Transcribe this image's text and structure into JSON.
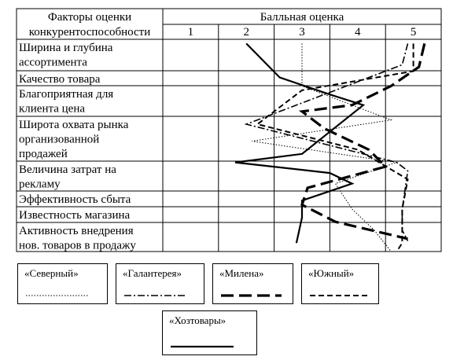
{
  "chart_data": {
    "type": "line",
    "title": "",
    "table": {
      "factor_header": [
        "Факторы оценки",
        "конкурентоспособности"
      ],
      "score_header": "Балльная оценка",
      "scores": [
        "1",
        "2",
        "3",
        "4",
        "5"
      ]
    },
    "factors": [
      {
        "lines": [
          "Ширина и глубина",
          "ассортимента"
        ]
      },
      {
        "lines": [
          "Качество товара"
        ]
      },
      {
        "lines": [
          "Благоприятная для",
          "клиента цена"
        ]
      },
      {
        "lines": [
          "Широта охвата рынка",
          "организованной",
          "продажей"
        ]
      },
      {
        "lines": [
          "Величина затрат на",
          "рекламу"
        ]
      },
      {
        "lines": [
          "Эффективность сбыта"
        ]
      },
      {
        "lines": [
          "Известность магазина"
        ]
      },
      {
        "lines": [
          "Активность внедрения",
          "нов. товаров в продажу"
        ]
      }
    ],
    "xlim": [
      0.5,
      5.5
    ],
    "series": [
      {
        "name": "«Северный»",
        "style": "dotted-thin",
        "color": "#000000",
        "points": [
          [
            3.0,
            0.02
          ],
          [
            3.0,
            0.22
          ],
          [
            4.6,
            0.38
          ],
          [
            2.1,
            0.48
          ],
          [
            4.7,
            0.58
          ],
          [
            3.6,
            0.68
          ],
          [
            3.9,
            0.8
          ],
          [
            4.3,
            0.9
          ],
          [
            4.6,
            1.0
          ]
        ]
      },
      {
        "name": "«Галантерея»",
        "style": "dashdot",
        "color": "#000000",
        "points": [
          [
            4.9,
            0.02
          ],
          [
            4.8,
            0.12
          ],
          [
            2.0,
            0.4
          ],
          [
            4.7,
            0.58
          ],
          [
            4.9,
            0.62
          ],
          [
            4.8,
            0.8
          ],
          [
            4.8,
            0.9
          ],
          [
            4.9,
            0.95
          ]
        ]
      },
      {
        "name": "«Милена»",
        "style": "long-dash-thick",
        "color": "#000000",
        "points": [
          [
            5.2,
            0.02
          ],
          [
            5.1,
            0.13
          ],
          [
            4.6,
            0.22
          ],
          [
            3.9,
            0.31
          ],
          [
            3.0,
            0.34
          ],
          [
            3.4,
            0.42
          ],
          [
            4.2,
            0.52
          ],
          [
            4.5,
            0.6
          ],
          [
            3.1,
            0.7
          ],
          [
            3.0,
            0.78
          ],
          [
            3.6,
            0.86
          ],
          [
            4.9,
            0.94
          ]
        ]
      },
      {
        "name": "«Южный»",
        "style": "dashed",
        "color": "#000000",
        "points": [
          [
            5.0,
            0.02
          ],
          [
            5.0,
            0.15
          ],
          [
            3.0,
            0.24
          ],
          [
            2.2,
            0.4
          ],
          [
            4.0,
            0.52
          ],
          [
            4.9,
            0.66
          ],
          [
            4.8,
            0.8
          ],
          [
            4.8,
            0.96
          ],
          [
            4.7,
            1.0
          ]
        ]
      },
      {
        "name": "«Хозтовары»",
        "style": "solid-thick",
        "color": "#000000",
        "points": [
          [
            2.0,
            0.02
          ],
          [
            2.6,
            0.18
          ],
          [
            3.5,
            0.26
          ],
          [
            4.1,
            0.31
          ],
          [
            3.0,
            0.54
          ],
          [
            1.8,
            0.58
          ],
          [
            3.5,
            0.63
          ],
          [
            3.9,
            0.68
          ],
          [
            3.0,
            0.76
          ],
          [
            3.0,
            0.84
          ],
          [
            2.9,
            0.96
          ]
        ]
      }
    ],
    "grid": true,
    "legend": "bottom"
  }
}
